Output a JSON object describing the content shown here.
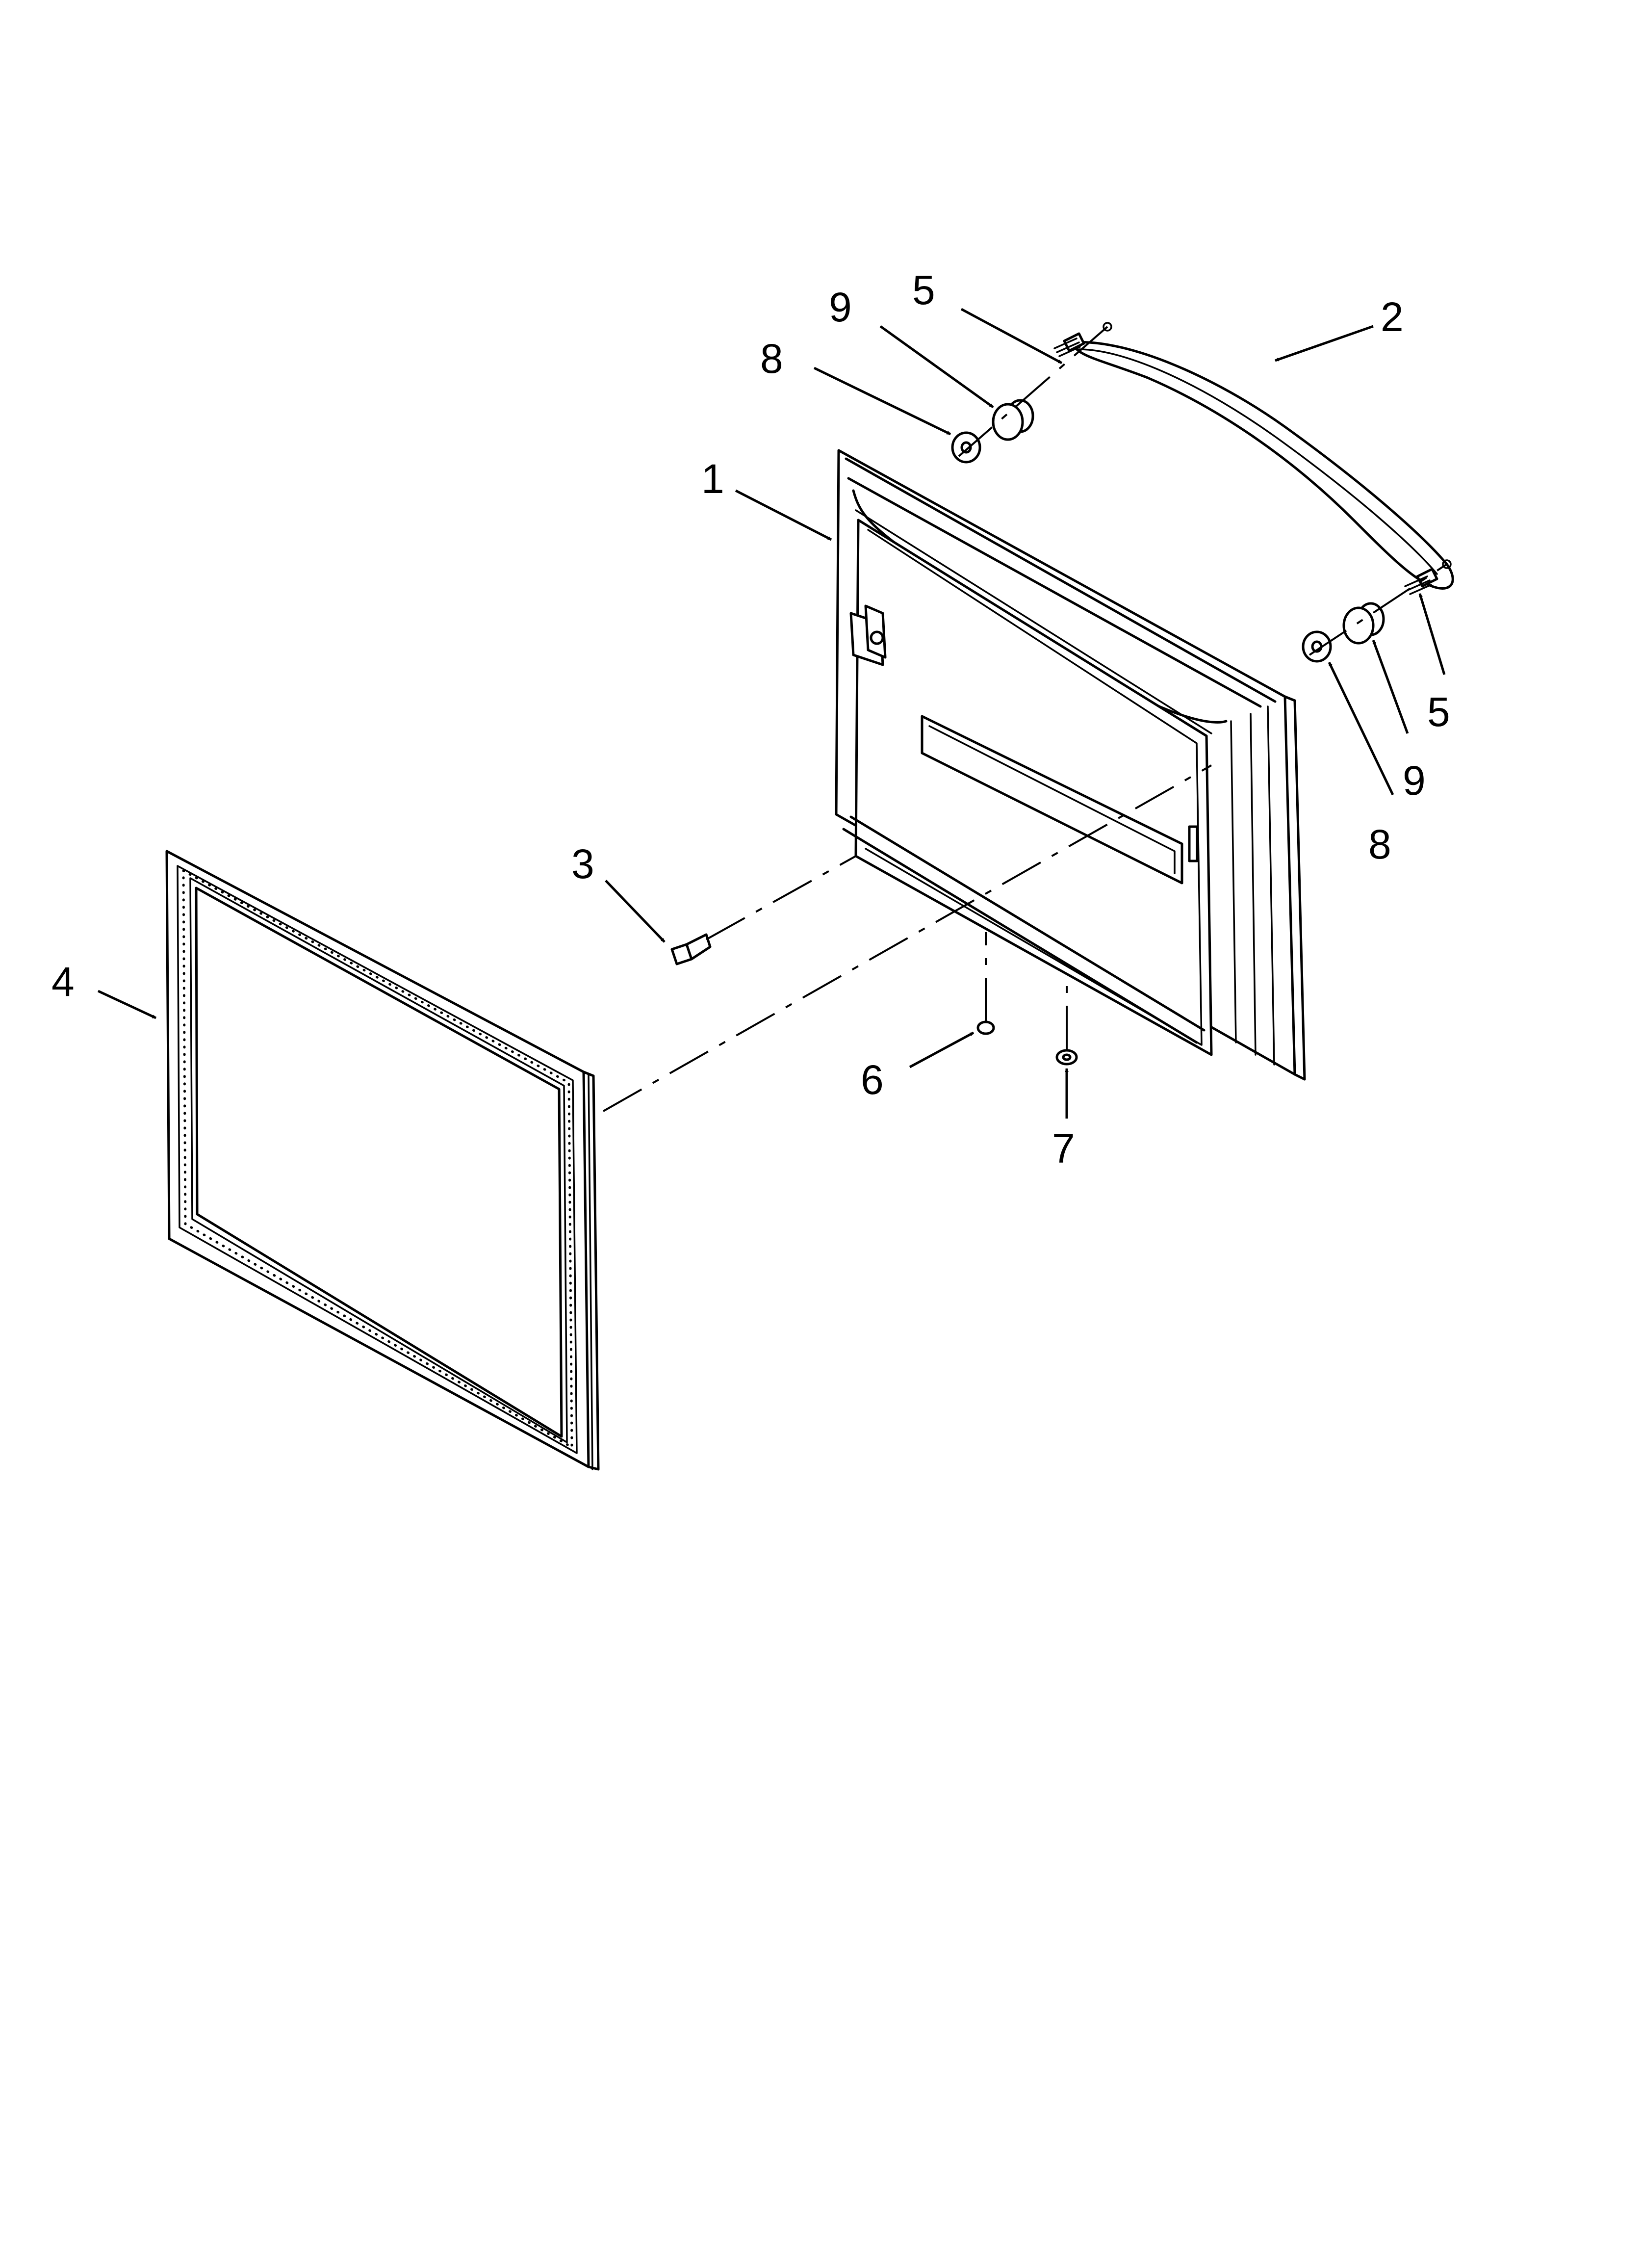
{
  "diagram": {
    "callouts": [
      {
        "id": "c1",
        "label": "1",
        "part": "door"
      },
      {
        "id": "c2",
        "label": "2",
        "part": "handle"
      },
      {
        "id": "c3",
        "label": "3",
        "part": "screw"
      },
      {
        "id": "c4",
        "label": "4",
        "part": "gasket"
      },
      {
        "id": "c5a",
        "label": "5",
        "part": "screw-upper"
      },
      {
        "id": "c5b",
        "label": "5",
        "part": "screw-lower"
      },
      {
        "id": "c6",
        "label": "6",
        "part": "plug"
      },
      {
        "id": "c7",
        "label": "7",
        "part": "washer"
      },
      {
        "id": "c8a",
        "label": "8",
        "part": "washer-upper"
      },
      {
        "id": "c8b",
        "label": "8",
        "part": "washer-lower"
      },
      {
        "id": "c9a",
        "label": "9",
        "part": "spacer-upper"
      },
      {
        "id": "c9b",
        "label": "9",
        "part": "spacer-lower"
      }
    ],
    "colors": {
      "ink": "#000000",
      "paper": "#ffffff"
    }
  }
}
